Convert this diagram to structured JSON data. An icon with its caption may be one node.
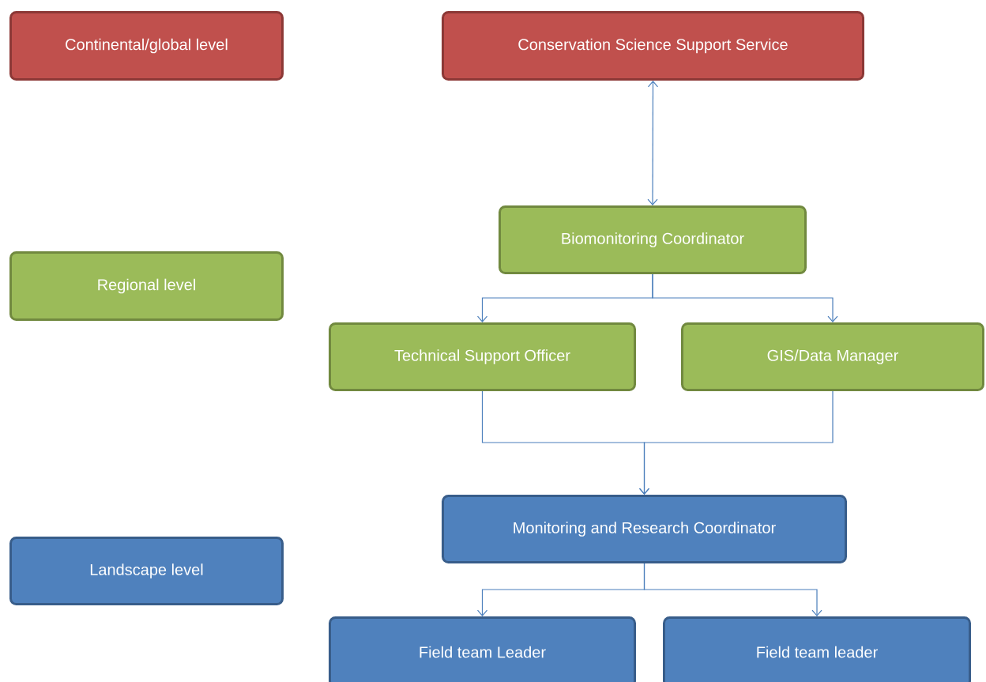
{
  "diagram": {
    "nodes": [
      {
        "text": [
          "Continental/global level"
        ]
      },
      {
        "text": [
          "Conservation Science Support Service"
        ]
      },
      {
        "text": [
          "Regional level"
        ]
      },
      {
        "text": [
          "Biomonitoring Coordinator"
        ]
      },
      {
        "text": [
          "Technical Support Officer"
        ]
      },
      {
        "text": [
          "GIS/Data Manager"
        ]
      },
      {
        "text": [
          "Landscape level"
        ]
      },
      {
        "text": [
          "Monitoring and Research Coordinator"
        ]
      },
      {
        "text": [
          "Field team Leader"
        ]
      },
      {
        "text": [
          "Field team leader"
        ]
      }
    ],
    "edges": [
      {
        "from": 1,
        "to": 3,
        "arrow": "both"
      },
      {
        "from": 3,
        "to": 4,
        "arrow": "to"
      },
      {
        "from": 3,
        "to": 5,
        "arrow": "to"
      },
      {
        "from": 4,
        "to": 7,
        "arrow": "to"
      },
      {
        "from": 5,
        "to": 7,
        "arrow": "to"
      },
      {
        "from": 7,
        "to": 8,
        "arrow": "to"
      },
      {
        "from": 7,
        "to": 9,
        "arrow": "to"
      }
    ]
  }
}
